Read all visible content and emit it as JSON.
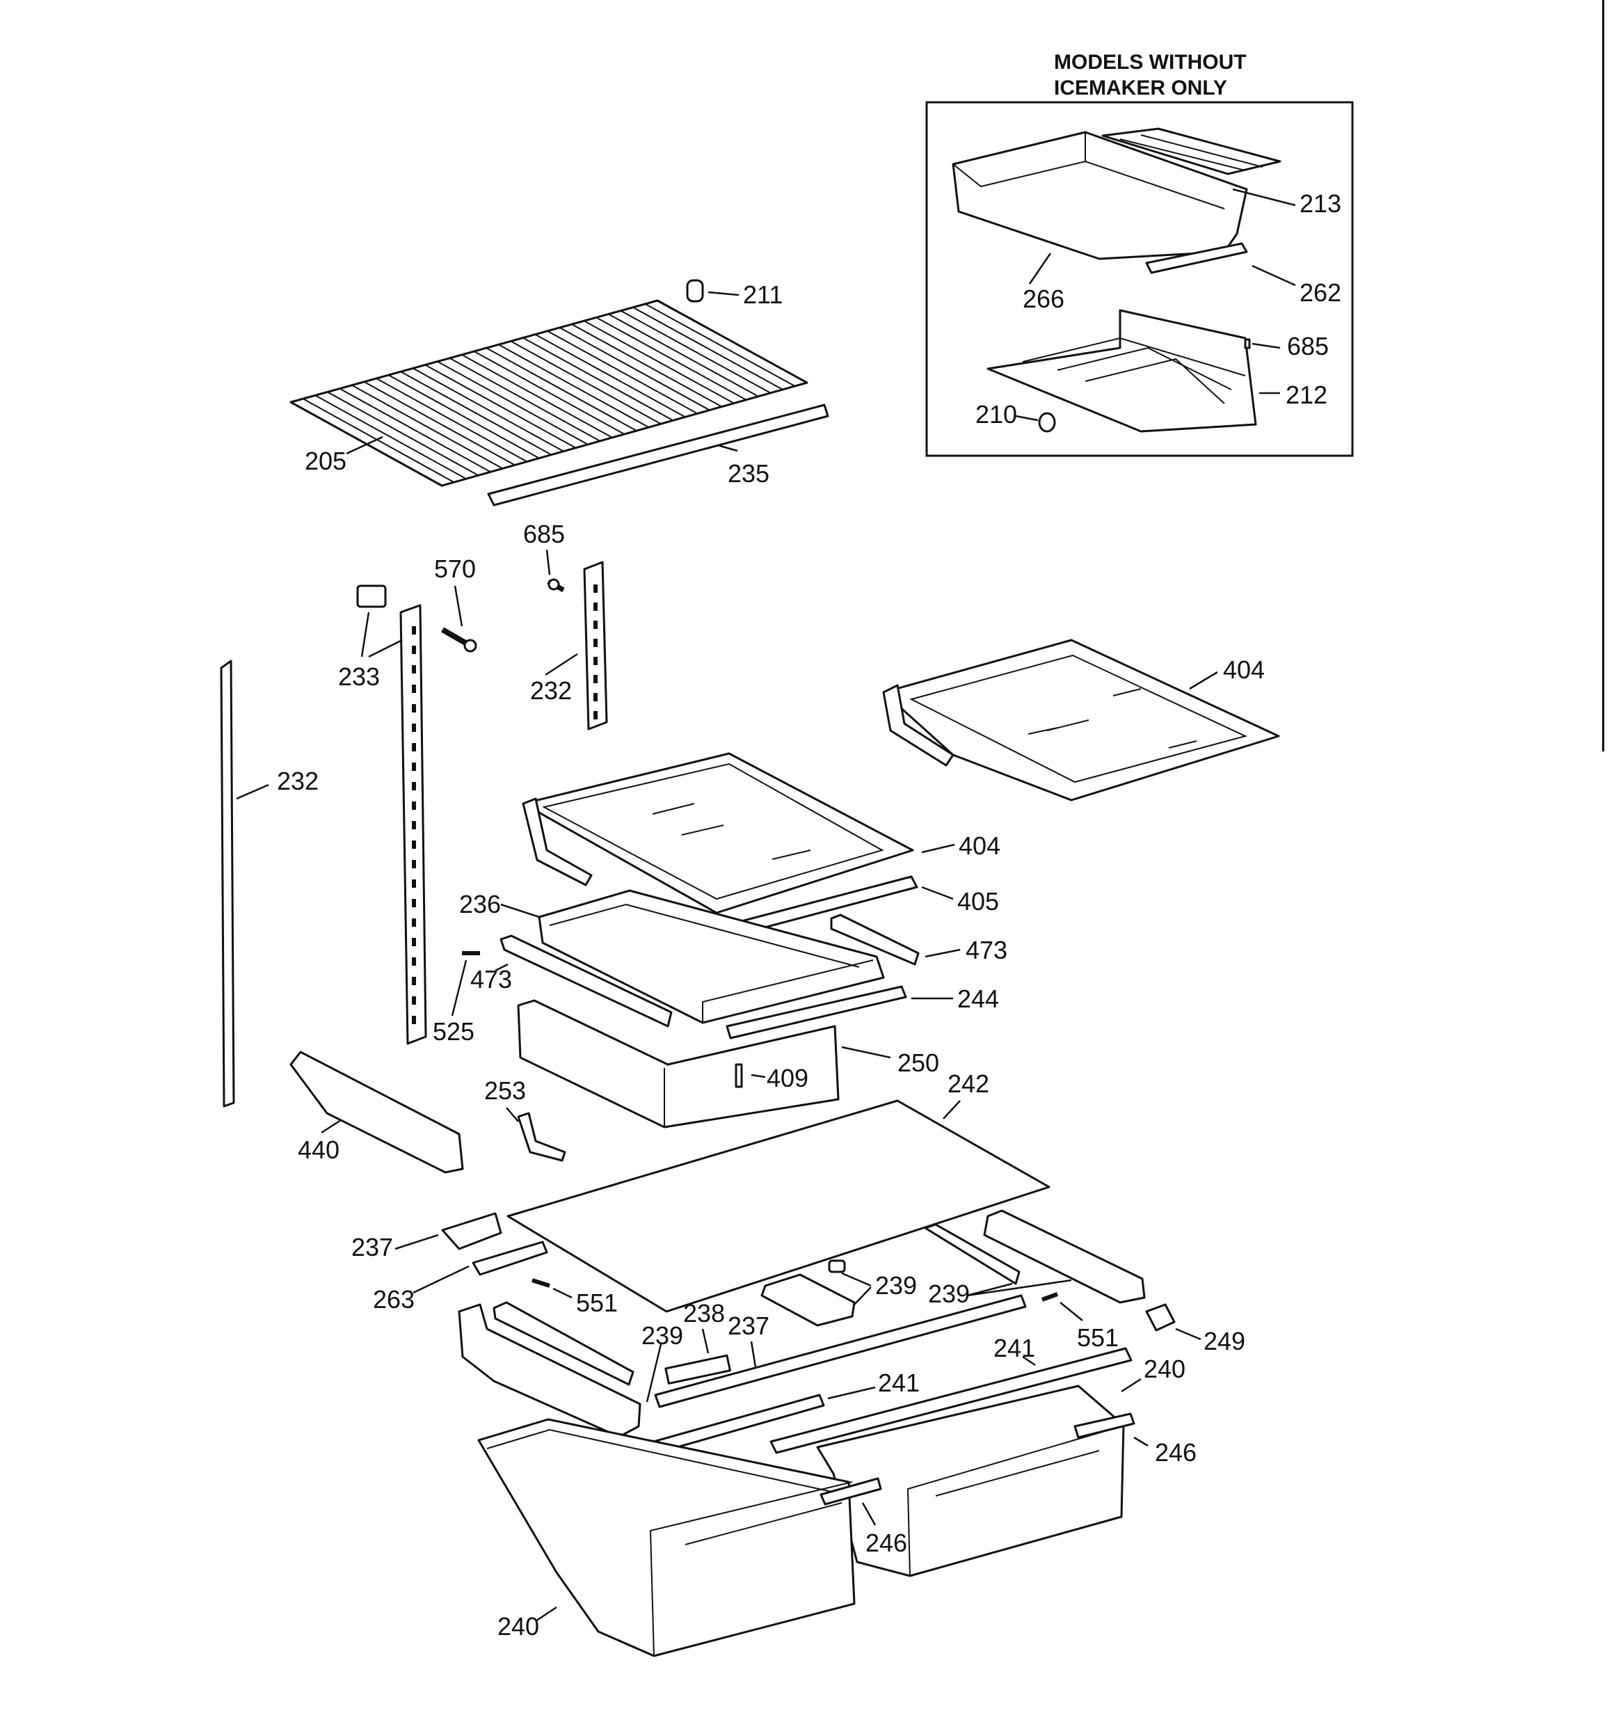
{
  "inset": {
    "title_line1": "MODELS WITHOUT",
    "title_line2": "ICEMAKER ONLY"
  },
  "callouts": {
    "c211": "211",
    "c205": "205",
    "c235": "235",
    "c213": "213",
    "c262": "262",
    "c266": "266",
    "c685a": "685",
    "c212": "212",
    "c210": "210",
    "c685b": "685",
    "c570": "570",
    "c233": "233",
    "c232a": "232",
    "c232b": "232",
    "c404a": "404",
    "c404b": "404",
    "c405": "405",
    "c236": "236",
    "c473a": "473",
    "c473b": "473",
    "c525": "525",
    "c244": "244",
    "c250": "250",
    "c409": "409",
    "c253": "253",
    "c242": "242",
    "c440": "440",
    "c237a": "237",
    "c263": "263",
    "c551a": "551",
    "c239a": "239",
    "c239b": "239",
    "c239c": "239",
    "c551b": "551",
    "c249": "249",
    "c238": "238",
    "c237b": "237",
    "c241a": "241",
    "c241b": "241",
    "c240a": "240",
    "c246a": "246",
    "c246b": "246",
    "c240b": "240"
  }
}
